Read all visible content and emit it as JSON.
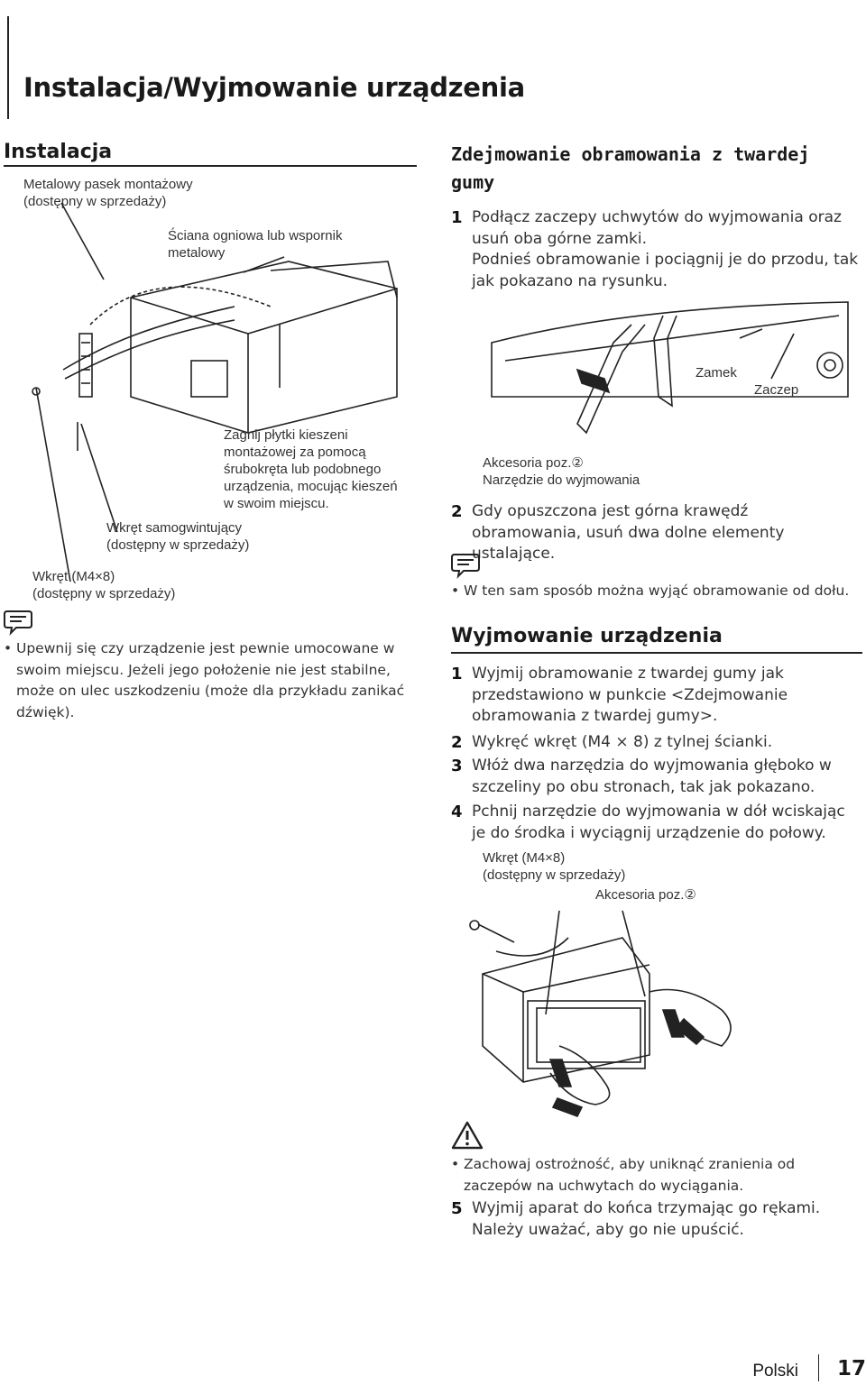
{
  "page_title": "Instalacja/Wyjmowanie urządzenia",
  "installation": {
    "title": "Instalacja",
    "labels": {
      "strap": "Metalowy pasek montażowy\n(dostępny w sprzedaży)",
      "wall": "Ściana ogniowa lub wspornik\nmetalowy",
      "bend": "Zagnij płytki kieszeni\nmontażowej za pomocą\nśrubokręta lub podobnego\nurządzenia, mocując kieszeń\nw swoim miejscu.",
      "tapping_screw": "Wkręt samogwintujący\n(dostępny w sprzedaży)",
      "screw": "Wkręt (M4×8)\n(dostępny w sprzedaży)"
    },
    "note": "Upewnij się czy urządzenie jest pewnie umocowane w swoim miejscu. Jeżeli jego położenie nie jest stabilne, może on ulec uszkodzeniu (może dla przykładu zanikać dźwięk)."
  },
  "frame_removal": {
    "title": "Zdejmowanie obramowania z twardej\ngumy",
    "step1_num": "1",
    "step1": "Podłącz zaczepy uchwytów do wyjmowania oraz usuń oba górne zamki.\nPodnieś obramowanie i pociągnij je do przodu, tak jak pokazano na rysunku.",
    "label_lock": "Zamek",
    "label_catch": "Zaczep",
    "accessory": "Akcesoria poz.②\nNarzędzie do wyjmowania",
    "step2_num": "2",
    "step2": "Gdy opuszczona jest górna krawędź obramowania, usuń dwa dolne elementy ustalające.",
    "note": "W ten sam sposób można wyjąć obramowanie od dołu."
  },
  "unit_removal": {
    "title": "Wyjmowanie urządzenia",
    "steps": [
      {
        "num": "1",
        "text": "Wyjmij obramowanie z twardej gumy jak przedstawiono w punkcie <Zdejmowanie obramowania z twardej gumy>."
      },
      {
        "num": "2",
        "text": "Wykręć wkręt (M4 × 8) z tylnej ścianki."
      },
      {
        "num": "3",
        "text": "Włóż dwa narzędzia do wyjmowania głęboko w szczeliny po obu stronach, tak jak pokazano."
      },
      {
        "num": "4",
        "text": "Pchnij narzędzie do wyjmowania w dół wciskając je do środka i wyciągnij urządzenie do połowy."
      }
    ],
    "label_screw": "Wkręt (M4×8)\n(dostępny w sprzedaży)",
    "label_accessory": "Akcesoria poz.②",
    "caution": "Zachowaj ostrożność, aby uniknąć zranienia od zaczepów na uchwytach do wyciągania.",
    "step5_num": "5",
    "step5": "Wyjmij aparat do końca trzymając go rękami.\nNależy uważać, aby go nie upuścić."
  },
  "footer": {
    "language": "Polski",
    "page": "17"
  },
  "icons": {
    "note": "note-icon",
    "caution": "warning-triangle-icon"
  },
  "colors": {
    "text": "#1a1a1a",
    "line": "#222222"
  }
}
